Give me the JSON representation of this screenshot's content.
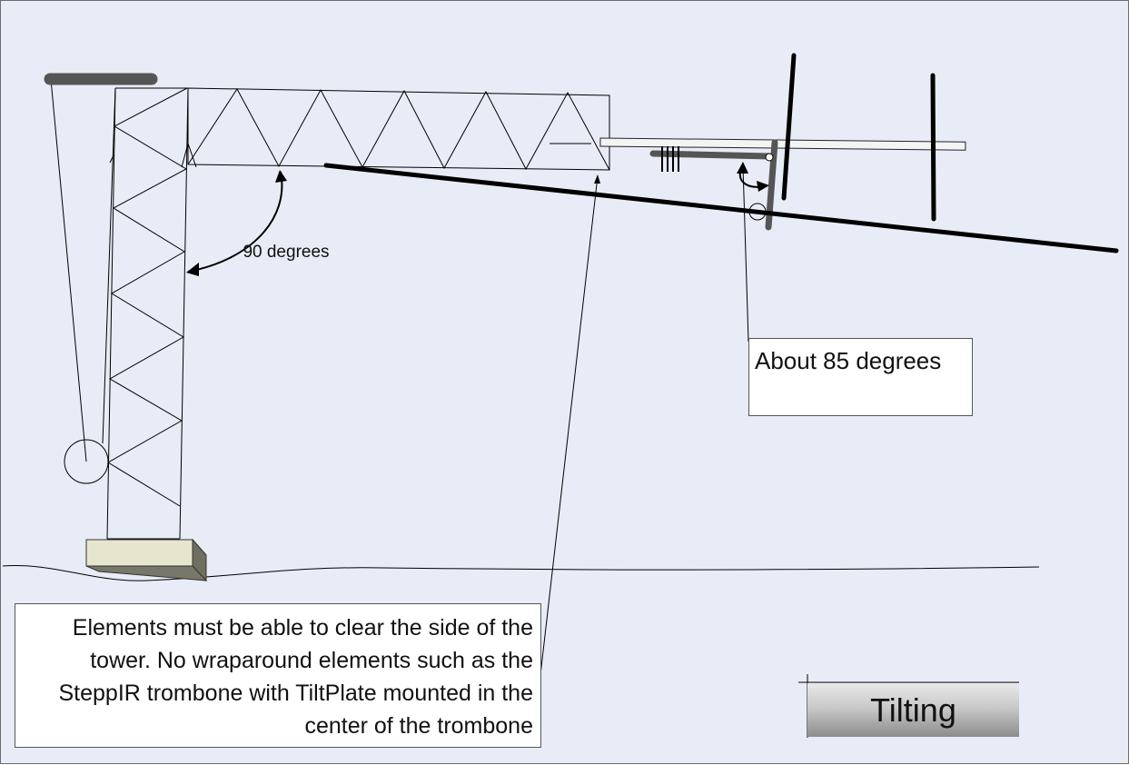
{
  "annotations": {
    "angle_90": "90 degrees",
    "angle_85": "About 85 degrees",
    "elements_note": "Elements must be able to clear the side of the tower.  No wraparound elements such as the SteppIR trombone with TiltPlate mounted in the center of the trombone"
  },
  "button": {
    "label": "Tilting"
  },
  "colors": {
    "background": "#e8ecf6",
    "line": "#000000",
    "dark_arm": "#555555",
    "base_block": "#e6e6cf"
  }
}
